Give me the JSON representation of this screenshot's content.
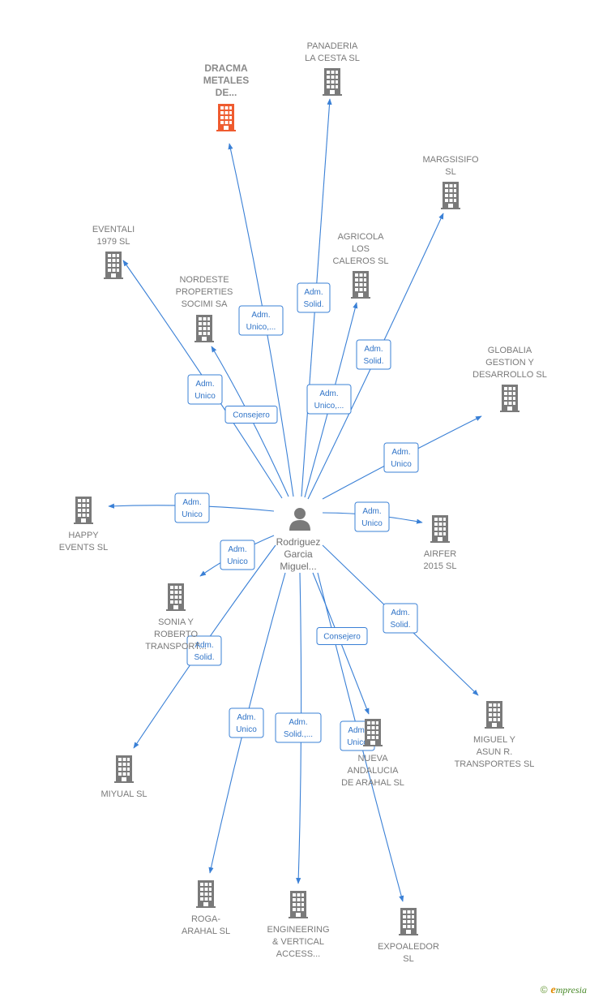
{
  "colors": {
    "edge": "#3a80d6",
    "node": "#7a7a7a",
    "highlight": "#ef5b2f",
    "person": "#7a7a7a"
  },
  "center": {
    "name": "center-person",
    "lines": [
      "Rodriguez",
      "Garcia",
      "Miguel..."
    ],
    "icon": "person-icon"
  },
  "nodes": [
    {
      "name": "node-dracma-metales",
      "lines": [
        "DRACMA",
        "METALES",
        "DE..."
      ],
      "highlight": true,
      "icon": "building-icon"
    },
    {
      "name": "node-panaderia-la-cesta",
      "lines": [
        "PANADERIA",
        "LA CESTA  SL"
      ],
      "icon": "building-icon"
    },
    {
      "name": "node-margsisifo",
      "lines": [
        "MARGSISIFO",
        "SL"
      ],
      "icon": "building-icon"
    },
    {
      "name": "node-eventali-1979",
      "lines": [
        "EVENTALI",
        "1979  SL"
      ],
      "icon": "building-icon"
    },
    {
      "name": "node-agricola-los-caleros",
      "lines": [
        "AGRICOLA",
        "LOS",
        "CALEROS  SL"
      ],
      "icon": "building-icon"
    },
    {
      "name": "node-nordeste-properties",
      "lines": [
        "NORDESTE",
        "PROPERTIES",
        "SOCIMI SA"
      ],
      "icon": "building-icon"
    },
    {
      "name": "node-globalia-gestion",
      "lines": [
        "GLOBALIA",
        "GESTION Y",
        "DESARROLLO SL"
      ],
      "icon": "building-icon"
    },
    {
      "name": "node-happy-events",
      "lines": [
        "HAPPY",
        "EVENTS  SL"
      ],
      "icon": "building-icon"
    },
    {
      "name": "node-airfer-2015",
      "lines": [
        "AIRFER",
        "2015  SL"
      ],
      "icon": "building-icon"
    },
    {
      "name": "node-sonia-y-roberto",
      "lines": [
        "SONIA Y",
        "ROBERTO",
        "TRANSPORT..."
      ],
      "icon": "building-icon"
    },
    {
      "name": "node-miguel-y-asun",
      "lines": [
        "MIGUEL Y",
        "ASUN R.",
        "TRANSPORTES SL"
      ],
      "icon": "building-icon"
    },
    {
      "name": "node-miyual",
      "lines": [
        "MIYUAL  SL"
      ],
      "icon": "building-icon"
    },
    {
      "name": "node-nueva-andalucia",
      "lines": [
        "NUEVA",
        "ANDALUCIA",
        "DE ARAHAL SL"
      ],
      "icon": "building-icon"
    },
    {
      "name": "node-roga-arahal",
      "lines": [
        "ROGA-",
        "ARAHAL SL"
      ],
      "icon": "building-icon"
    },
    {
      "name": "node-engineering-vertical",
      "lines": [
        "ENGINEERING",
        "& VERTICAL",
        "ACCESS..."
      ],
      "icon": "building-icon"
    },
    {
      "name": "node-expoaledor",
      "lines": [
        "EXPOALEDOR",
        "SL"
      ],
      "icon": "building-icon"
    }
  ],
  "edges": [
    {
      "target": "node-dracma-metales",
      "lines": [
        "Adm.",
        "Unico,..."
      ]
    },
    {
      "target": "node-panaderia-la-cesta",
      "lines": [
        "Adm.",
        "Solid."
      ]
    },
    {
      "target": "node-margsisifo",
      "lines": [
        "Adm.",
        "Solid."
      ]
    },
    {
      "target": "node-eventali-1979",
      "lines": [
        "Adm.",
        "Unico"
      ]
    },
    {
      "target": "node-agricola-los-caleros",
      "lines": [
        "Adm.",
        "Unico,..."
      ]
    },
    {
      "target": "node-nordeste-properties",
      "lines": [
        "Consejero"
      ]
    },
    {
      "target": "node-globalia-gestion",
      "lines": [
        "Adm.",
        "Unico"
      ]
    },
    {
      "target": "node-happy-events",
      "lines": [
        "Adm.",
        "Unico"
      ]
    },
    {
      "target": "node-airfer-2015",
      "lines": [
        "Adm.",
        "Unico"
      ]
    },
    {
      "target": "node-sonia-y-roberto",
      "lines": [
        "Adm.",
        "Unico"
      ]
    },
    {
      "target": "node-miguel-y-asun",
      "lines": [
        "Adm.",
        "Solid."
      ]
    },
    {
      "target": "node-miyual",
      "lines": [
        "Adm.",
        "Solid."
      ]
    },
    {
      "target": "node-nueva-andalucia",
      "lines": [
        "Consejero"
      ]
    },
    {
      "target": "node-roga-arahal",
      "lines": [
        "Adm.",
        "Unico"
      ]
    },
    {
      "target": "node-engineering-vertical",
      "lines": [
        "Adm.",
        "Solid.,..."
      ]
    },
    {
      "target": "node-expoaledor",
      "lines": [
        "Adm.",
        "Unico"
      ]
    }
  ],
  "footer": {
    "copyright": "©",
    "brand_initial": "e",
    "brand_rest": "mpresia"
  }
}
